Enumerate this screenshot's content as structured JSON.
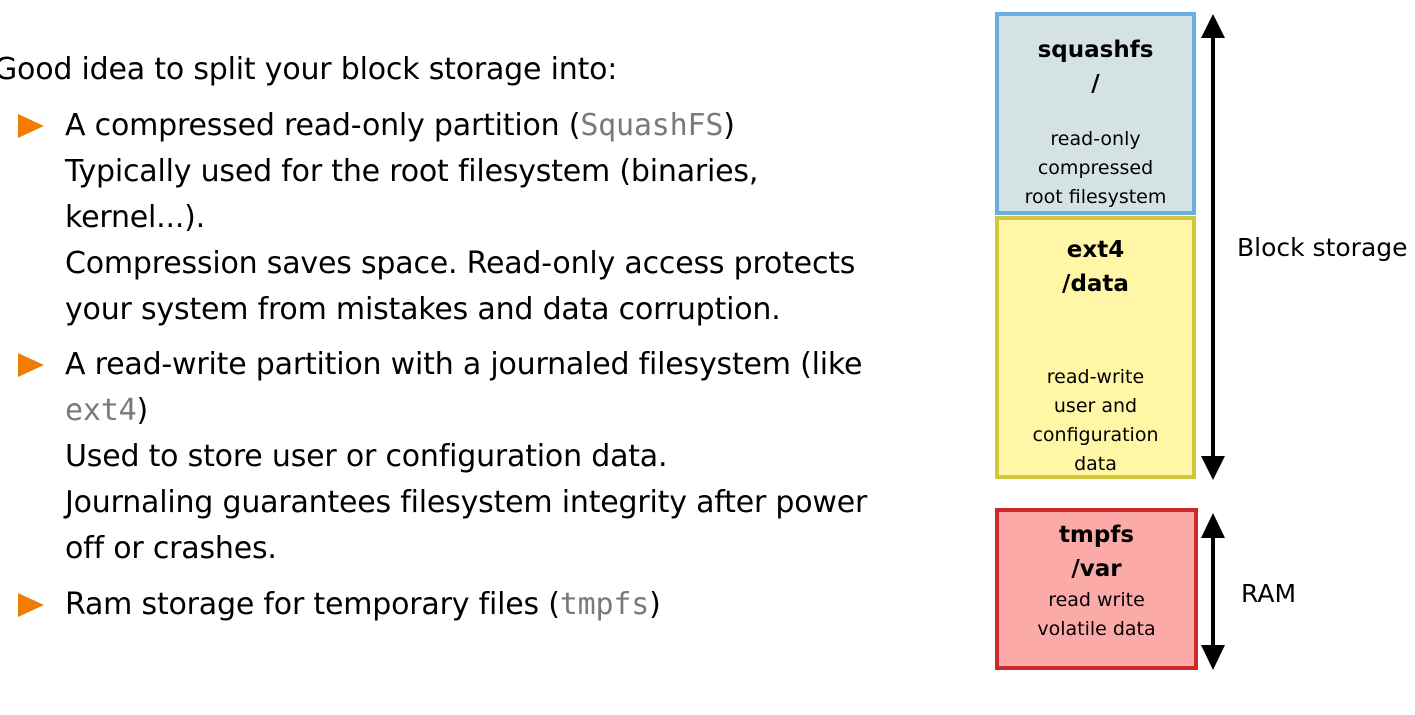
{
  "intro": "Good idea to split your block storage into:",
  "bullets": [
    {
      "lead": "A compressed read-only partition (",
      "code": "SquashFS",
      "tail": ")",
      "lines": [
        "Typically used for the root filesystem (binaries,",
        "kernel...).",
        "Compression saves space. Read-only access protects",
        "your system from mistakes and data corruption."
      ]
    },
    {
      "lead": "A read-write partition with a journaled filesystem (like",
      "code": "ext4",
      "tail": ")",
      "lines": [
        "Used to store user or configuration data.",
        "Journaling guarantees filesystem integrity after power",
        "off or crashes."
      ]
    },
    {
      "lead": "Ram storage for temporary files (",
      "code": "tmpfs",
      "tail": ")",
      "lines": []
    }
  ],
  "diagram": {
    "partitions": [
      {
        "fs": "squashfs",
        "mount": "/",
        "desc": [
          "read-only",
          "compressed",
          "root filesystem"
        ],
        "fill": "#d4e2e4",
        "border": "#6aaee6"
      },
      {
        "fs": "ext4",
        "mount": "/data",
        "desc": [
          "read-write",
          "user and",
          "configuration",
          "data"
        ],
        "fill": "#fff6a6",
        "border": "#d4c53a"
      },
      {
        "fs": "tmpfs",
        "mount": "/var",
        "desc": [
          "read write",
          "volatile data"
        ],
        "fill": "#fcaaa8",
        "border": "#cc2a2a"
      }
    ],
    "labels": {
      "block": "Block storage",
      "ram": "RAM"
    }
  },
  "colors": {
    "bullet": "#f07d00",
    "code": "#7a7a7a"
  }
}
